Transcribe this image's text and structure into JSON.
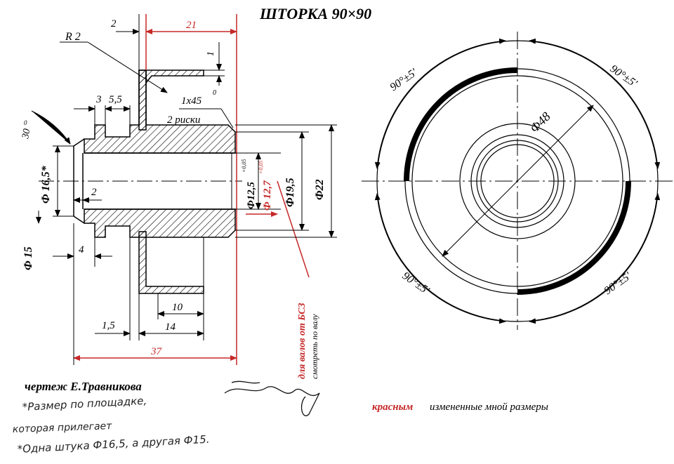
{
  "title": "ШТОРКА  90×90",
  "colors": {
    "ink": "#000000",
    "red": "#c62828"
  },
  "section": {
    "r2": "R 2",
    "dim_2_top": "2",
    "dim_21": "21",
    "dim_1": "1",
    "chamfer": "1x45",
    "chamfer_deg": "0",
    "dim_3": "3",
    "dim_55": "5,5",
    "dim_30": "30",
    "dim_30_deg": "0",
    "risks": "2 риски",
    "phi165": "Ф 16,5*",
    "phi15": "Ф 15",
    "dim_2_mid": "2",
    "dim_4": "4",
    "phi125": "Ф12,5",
    "tol_125": "+0,05",
    "phi127": "Ф 12,7",
    "tol_127": "+0,05",
    "phi195": "Ф19,5",
    "phi22": "Ф22",
    "dim_10": "10",
    "dim_15": "1,5",
    "dim_14": "14",
    "dim_37": "37",
    "note_red": "для валов от БСЗ",
    "note_black": "смотреть по валу"
  },
  "front": {
    "phi48": "Ф48",
    "angle_tl": "90°±5'",
    "angle_tr": "90°±5'",
    "angle_bl": "90°±5'",
    "angle_br": "90°±5'"
  },
  "footer": {
    "author": "чертеж Е.Травникова",
    "legend_red": "красным",
    "legend_rest": "измененные мной размеры",
    "hand1": "*Размер по площадке,",
    "hand2": "которая прилегает",
    "hand3": "*Одна штука Ф16,5, а другая Ф15."
  }
}
